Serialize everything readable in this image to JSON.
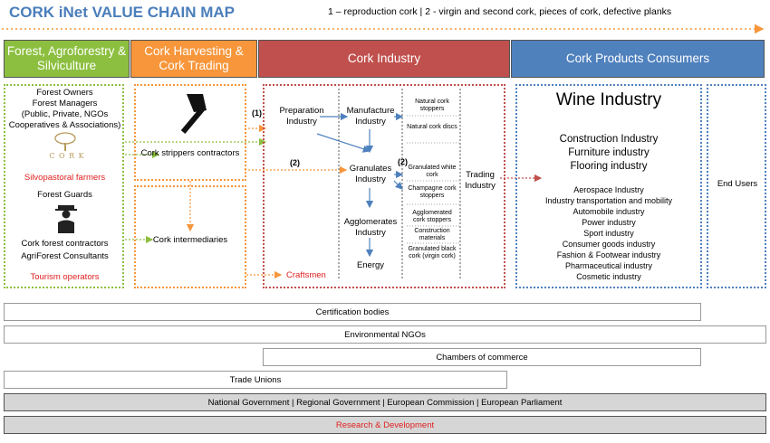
{
  "title": "CORK iNet VALUE CHAIN MAP",
  "legend": "1 –  reproduction cork | 2 -  virgin and second cork, pieces of cork, defective planks",
  "colors": {
    "green": "#8cbf3f",
    "orange": "#f7963b",
    "red": "#c0504d",
    "blue": "#4f81bd",
    "title_blue": "#4a7ebb",
    "accent_red": "#e02020"
  },
  "headers": {
    "forest": "Forest, Agroforestry & Silviculture",
    "harvest": "Cork Harvesting & Cork Trading",
    "industry": "Cork Industry",
    "consumers": "Cork Products Consumers"
  },
  "forest": {
    "owners": "Forest Owners",
    "managers": "Forest Managers",
    "managers_detail": "(Public, Private,  NGOs",
    "managers_detail2": "Cooperatives & Associations)",
    "logo_text": "C O R K",
    "silvopastoral": "Silvopastoral farmers",
    "guards": "Forest Guards",
    "contractors": "Cork forest contractors",
    "consultants": "AgriForest Consultants",
    "tourism": "Tourism operators",
    "axe_icon": "axe-icon",
    "tree_icon": "cork-oak-tree-icon",
    "person_icon": "forest-guard-icon"
  },
  "harvest": {
    "strippers": "Cork strippers contractors",
    "intermediaries": "Cork intermediaries"
  },
  "industry": {
    "preparation": "Preparation Industry",
    "manufacture": "Manufacture Industry",
    "granulates": "Granulates Industry",
    "agglomerates": "Agglomerates Industry",
    "energy": "Energy",
    "trading": "Trading Industry",
    "craftsmen": "Craftsmen",
    "mark1": "(1)",
    "mark2a": "(2)",
    "mark2b": "(2)",
    "products": [
      "Natural cork stoppers",
      "Natural cork discs",
      "Granulated white cork",
      "Champagne cork stoppers",
      "Agglomerated cork stoppers",
      "Construction materials",
      "Granulated black cork (virgin cork)"
    ]
  },
  "consumers": {
    "wine": "Wine Industry",
    "construction": "Construction Industry",
    "furniture": "Furniture industry",
    "flooring": "Flooring industry",
    "others": [
      "Aerospace Industry",
      "Industry transportation and mobility",
      "Automobile industry",
      "Power industry",
      "Sport industry",
      "Consumer goods industry",
      "Fashion & Footwear industry",
      "Pharmaceutical industry",
      "Cosmetic industry"
    ],
    "end_users": "End Users"
  },
  "bars": {
    "certification": "Certification bodies",
    "ngos": "Environmental NGOs",
    "chambers": "Chambers of commerce",
    "unions": "Trade Unions",
    "government": "National Government | Regional Government | European Commission | European Parliament",
    "research": "Research & Development"
  }
}
